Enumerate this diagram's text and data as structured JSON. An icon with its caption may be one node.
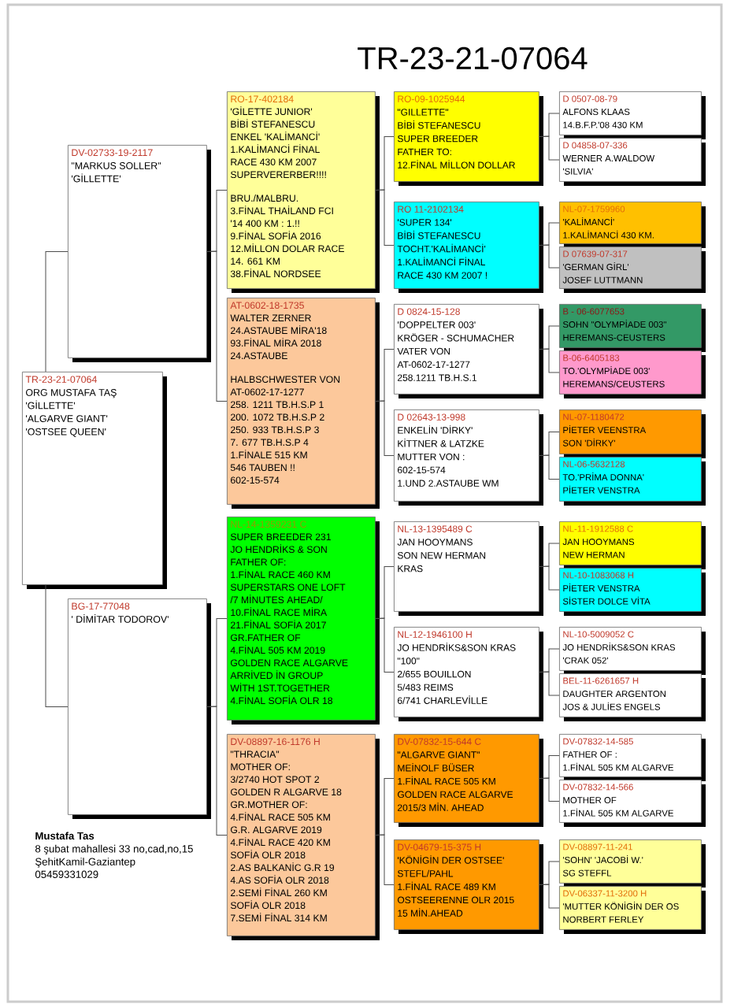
{
  "diagram": {
    "title": "TR-23-21-07064",
    "nodes": [
      {
        "text": [
          "TR-23-21-07064",
          "ORG MUSTAFA TAŞ",
          "'GİLLETTE'",
          "'ALGARVE GIANT'",
          "'OSTSEE QUEEN'"
        ]
      },
      {
        "text": [
          "DV-02733-19-2117",
          "\"MARKUS SOLLER\"",
          "'GİLLETTE'"
        ]
      },
      {
        "text": [
          "BG-17-77048",
          "' DİMİTAR TODOROV'"
        ]
      },
      {
        "text": [
          "RO-17-402184",
          "'GİLETTE JUNIOR'",
          "BİBİ STEFANESCU",
          "ENKEL 'KALİMANCİ'",
          "1.KALİMANCİ FİNAL",
          "RACE 430 KM 2007",
          "SUPERVERERBER!!!!",
          "BRU./MALBRU.",
          "3.FİNAL THAİLAND FCI",
          "'14 400 KM : 1.!!",
          "9.FİNAL SOFİA 2016",
          "12.MİLLON DOLAR RACE",
          "14. 661 KM",
          "38.FİNAL NORDSEE"
        ]
      },
      {
        "text": [
          "AT-0602-18-1735",
          "WALTER ZERNER",
          "24.ASTAUBE MİRA'18",
          "93.FİNAL MİRA 2018",
          "24.ASTAUBE",
          "HALBSCHWESTER VON",
          "AT-0602-17-1277",
          "258. 1211 TB.H.S.P 1",
          "200. 1072 TB.H.S.P 2",
          "250. 933 TB.H.S.P 3",
          "7. 677 TB.H.S.P 4",
          "1.FİNALE 515 KM",
          "546 TAUBEN !!",
          "602-15-574"
        ]
      },
      {
        "text": [
          "NL-14-1359231 C",
          "SUPER BREEDER 231",
          "JO HENDRİKS & SON",
          "FATHER OF:",
          "1.FİNAL RACE 460 KM",
          "SUPERSTARS ONE LOFT",
          "/7 MİNUTES AHEAD/",
          "10.FİNAL RACE MİRA",
          "21.FİNAL SOFİA 2017",
          "GR.FATHER OF",
          "4.FİNAL 505 KM 2019",
          "GOLDEN RACE ALGARVE",
          "ARRİVED İN GROUP",
          "WİTH 1ST.TOGETHER",
          "4.FİNAL SOFİA OLR 18"
        ]
      },
      {
        "text": [
          "DV-08897-16-1176 H",
          "\"THRACIA\"",
          "MOTHER OF:",
          "3/2740 HOT SPOT 2",
          "GOLDEN R ALGARVE 18",
          "GR.MOTHER OF:",
          "4.FİNAL RACE 505 KM",
          "G.R. ALGARVE 2019",
          "4.FİNAL RACE 420 KM",
          "SOFİA OLR 2018",
          "2.AS BALKANİC G.R 19",
          "4.AS SOFİA OLR 2018",
          "2.SEMİ FİNAL 260 KM",
          "SOFİA OLR 2018",
          "7.SEMİ FİNAL 314 KM"
        ]
      },
      {
        "text": [
          "RO-09-1025944",
          "\"GILLETTE\"",
          "BİBİ STEFANESCU",
          "SUPER BREEDER",
          "FATHER TO:",
          "12.FİNAL MİLLON DOLLAR"
        ]
      },
      {
        "text": [
          "RO 11-2102134",
          "'SUPER 134'",
          "BİBİ STEFANESCU",
          "TOCHT.'KALİMANCİ'",
          "1.KALİMANCİ FİNAL",
          "RACE 430 KM 2007 !"
        ]
      },
      {
        "text": [
          "D 0824-15-128",
          "'DOPPELTER 003'",
          "KRÖGER - SCHUMACHER",
          "VATER VON",
          "AT-0602-17-1277",
          "258.1211 TB.H.S.1"
        ]
      },
      {
        "text": [
          "D 02643-13-998",
          "ENKELİN 'DİRKY'",
          "KİTTNER & LATZKE",
          "MUTTER VON :",
          "602-15-574",
          "1.UND 2.ASTAUBE WM"
        ]
      },
      {
        "text": [
          "NL-13-1395489 C",
          "JAN HOOYMANS",
          "SON NEW HERMAN",
          "KRAS"
        ]
      },
      {
        "text": [
          "NL-12-1946100 H",
          "JO HENDRİKS&SON KRAS",
          "\"100\"",
          "2/655 BOUILLON",
          "5/483 REIMS",
          "6/741 CHARLEVİLLE"
        ]
      },
      {
        "text": [
          "DV-07832-15-644 C",
          "\"ALGARVE GIANT\"",
          "MEİNOLF BÜSER",
          "1.FİNAL RACE 505 KM",
          "GOLDEN RACE ALGARVE",
          "2015/3 MİN. AHEAD"
        ]
      },
      {
        "text": [
          "DV-04679-15-375 H",
          "'KÖNİGİN DER OSTSEE'",
          "STEFL/PAHL",
          "1.FİNAL RACE 489 KM",
          "OSTSEERENNE OLR 2015",
          "15 MİN.AHEAD"
        ]
      },
      {
        "text": [
          "D 0507-08-79",
          "ALFONS KLAAS",
          "14.B.F.P.'08 430 KM"
        ]
      },
      {
        "text": [
          "D 04858-07-336",
          "WERNER A.WALDOW",
          "'SILVIA'"
        ]
      },
      {
        "text": [
          "NL-07-1759960",
          "'KALİMANCİ'",
          "1.KALİMANCİ 430 KM."
        ]
      },
      {
        "text": [
          "D 07639-07-317",
          "'GERMAN GİRL'",
          "JOSEF LUTTMANN"
        ]
      },
      {
        "text": [
          "B - 06-6077653",
          "SOHN \"OLYMPİADE 003\"",
          "HEREMANS-CEUSTERS"
        ]
      },
      {
        "text": [
          "B-06-6405183",
          "TO.'OLYMPİADE 003'",
          "HEREMANS/CEUSTERS"
        ]
      },
      {
        "text": [
          "NL-07-1180472",
          "PİETER VEENSTRA",
          "SON 'DİRKY'"
        ]
      },
      {
        "text": [
          "NL-06-5632128",
          "TO.'PRİMA DONNA'",
          "PİETER VENSTRA"
        ]
      },
      {
        "text": [
          "NL-11-1912588 C",
          "JAN HOOYMANS",
          "NEW HERMAN"
        ]
      },
      {
        "text": [
          "NL-10-1083068 H",
          "PİETER VENSTRA",
          "SİSTER DOLCE VİTA"
        ]
      },
      {
        "text": [
          "NL-10-5009052 C",
          "JO HENDRİKS&SON KRAS",
          "'CRAK 052'"
        ]
      },
      {
        "text": [
          "BEL-11-6261657 H",
          "DAUGHTER ARGENTON",
          "JOS & JULİES ENGELS"
        ]
      },
      {
        "text": [
          "DV-07832-14-585",
          "FATHER OF :",
          "1.FİNAL 505 KM ALGARVE"
        ]
      },
      {
        "text": [
          "DV-07832-14-566",
          "MOTHER OF",
          "1.FİNAL 505 KM ALGARVE"
        ]
      },
      {
        "text": [
          "DV-08897-11-241",
          "'SOHN' 'JACOBİ W.'",
          "SG STEFFL"
        ]
      },
      {
        "text": [
          "DV-06337-11-3200 H",
          "'MUTTER KÖNİGİN DER OS",
          "NORBERT FERLEY"
        ]
      }
    ],
    "edges": [
      {
        "from": 0,
        "to": 1,
        "arrow": "none"
      },
      {
        "from": 0,
        "to": 2,
        "arrow": "none"
      },
      {
        "from": 1,
        "to": 3,
        "arrow": "none"
      },
      {
        "from": 1,
        "to": 4,
        "arrow": "none"
      },
      {
        "from": 2,
        "to": 5,
        "arrow": "none"
      },
      {
        "from": 2,
        "to": 6,
        "arrow": "none"
      },
      {
        "from": 3,
        "to": 7,
        "arrow": "none"
      },
      {
        "from": 3,
        "to": 8,
        "arrow": "none"
      },
      {
        "from": 4,
        "to": 9,
        "arrow": "none"
      },
      {
        "from": 4,
        "to": 10,
        "arrow": "none"
      },
      {
        "from": 5,
        "to": 11,
        "arrow": "none"
      },
      {
        "from": 5,
        "to": 12,
        "arrow": "none"
      },
      {
        "from": 6,
        "to": 13,
        "arrow": "none"
      },
      {
        "from": 6,
        "to": 14,
        "arrow": "none"
      },
      {
        "from": 7,
        "to": 15,
        "arrow": "none"
      },
      {
        "from": 7,
        "to": 16,
        "arrow": "none"
      },
      {
        "from": 8,
        "to": 17,
        "arrow": "none"
      },
      {
        "from": 8,
        "to": 18,
        "arrow": "none"
      },
      {
        "from": 9,
        "to": 19,
        "arrow": "none"
      },
      {
        "from": 9,
        "to": 20,
        "arrow": "none"
      },
      {
        "from": 10,
        "to": 21,
        "arrow": "none"
      },
      {
        "from": 10,
        "to": 22,
        "arrow": "none"
      },
      {
        "from": 11,
        "to": 23,
        "arrow": "none"
      },
      {
        "from": 11,
        "to": 24,
        "arrow": "none"
      },
      {
        "from": 12,
        "to": 25,
        "arrow": "none"
      },
      {
        "from": 12,
        "to": 26,
        "arrow": "none"
      },
      {
        "from": 13,
        "to": 27,
        "arrow": "none"
      },
      {
        "from": 13,
        "to": 28,
        "arrow": "none"
      },
      {
        "from": 14,
        "to": 29,
        "arrow": "none"
      },
      {
        "from": 14,
        "to": 30,
        "arrow": "none"
      }
    ],
    "labels": [
      "Mustafa Tas",
      "8 şubat mahallesi 33 no,cad,no,15",
      "ŞehitKamil-Gaziantep",
      "05459331029"
    ]
  }
}
